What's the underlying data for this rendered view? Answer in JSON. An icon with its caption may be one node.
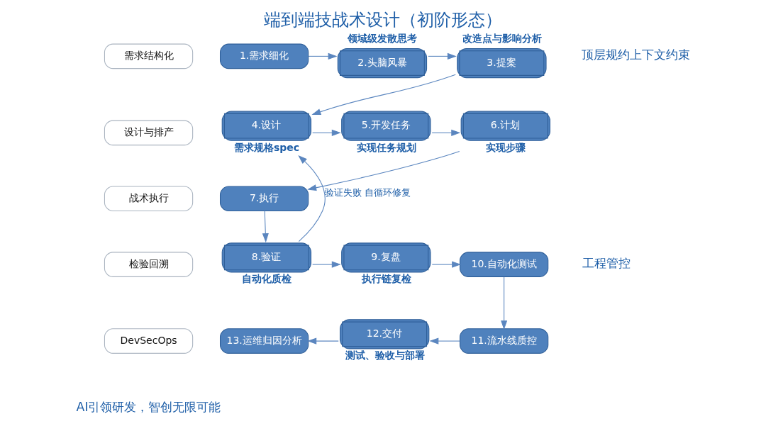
{
  "diagram": {
    "title": "端到端技战术设计（初阶形态）",
    "nodes": [
      {
        "text": [
          "需求结构化"
        ]
      },
      {
        "text": [
          "1.需求细化"
        ]
      },
      {
        "text": [
          "2.头脑风暴"
        ],
        "beside": [
          "领域级发散思考"
        ]
      },
      {
        "text": [
          "3.提案"
        ],
        "beside": [
          "改造点与影响分析"
        ]
      },
      {
        "text": [
          "设计与排产"
        ]
      },
      {
        "text": [
          "4.设计"
        ],
        "beside": [
          "需求规格spec"
        ]
      },
      {
        "text": [
          "5.开发任务"
        ],
        "beside": [
          "实现任务规划"
        ]
      },
      {
        "text": [
          "6.计划"
        ],
        "beside": [
          "实现步骤"
        ]
      },
      {
        "text": [
          "战术执行"
        ]
      },
      {
        "text": [
          "7.执行"
        ]
      },
      {
        "text": [
          "检验回溯"
        ]
      },
      {
        "text": [
          "8.验证"
        ],
        "beside": [
          "自动化质检"
        ]
      },
      {
        "text": [
          "9.复盘"
        ],
        "beside": [
          "执行链复检"
        ]
      },
      {
        "text": [
          "10.自动化测试"
        ]
      },
      {
        "text": [
          "DevSecOps"
        ]
      },
      {
        "text": [
          "13.运维归因分析"
        ]
      },
      {
        "text": [
          "12.交付"
        ],
        "beside": [
          "测试、验收与部署"
        ]
      },
      {
        "text": [
          "11.流水线质控"
        ]
      }
    ],
    "edges": [
      {
        "from": 1,
        "to": 2,
        "arrow": "to"
      },
      {
        "from": 2,
        "to": 3,
        "arrow": "to"
      },
      {
        "from": 3,
        "to": 5,
        "arrow": "to"
      },
      {
        "from": 5,
        "to": 6,
        "arrow": "to"
      },
      {
        "from": 6,
        "to": 7,
        "arrow": "to"
      },
      {
        "from": 7,
        "to": 9,
        "arrow": "to"
      },
      {
        "from": 9,
        "to": 11,
        "arrow": "to"
      },
      {
        "from": 11,
        "to": 12,
        "arrow": "to"
      },
      {
        "from": 12,
        "to": 13,
        "arrow": "to"
      },
      {
        "from": 13,
        "to": 17,
        "arrow": "to"
      },
      {
        "from": 17,
        "to": 16,
        "arrow": "to"
      },
      {
        "from": 16,
        "to": 15,
        "arrow": "to"
      },
      {
        "from": 11,
        "to": 5,
        "arrow": "to",
        "label": "验证失败 自循环修复"
      }
    ],
    "labels": [
      "顶层规约上下文约束",
      "工程管控",
      "AI引领研发，智创无限可能"
    ]
  }
}
